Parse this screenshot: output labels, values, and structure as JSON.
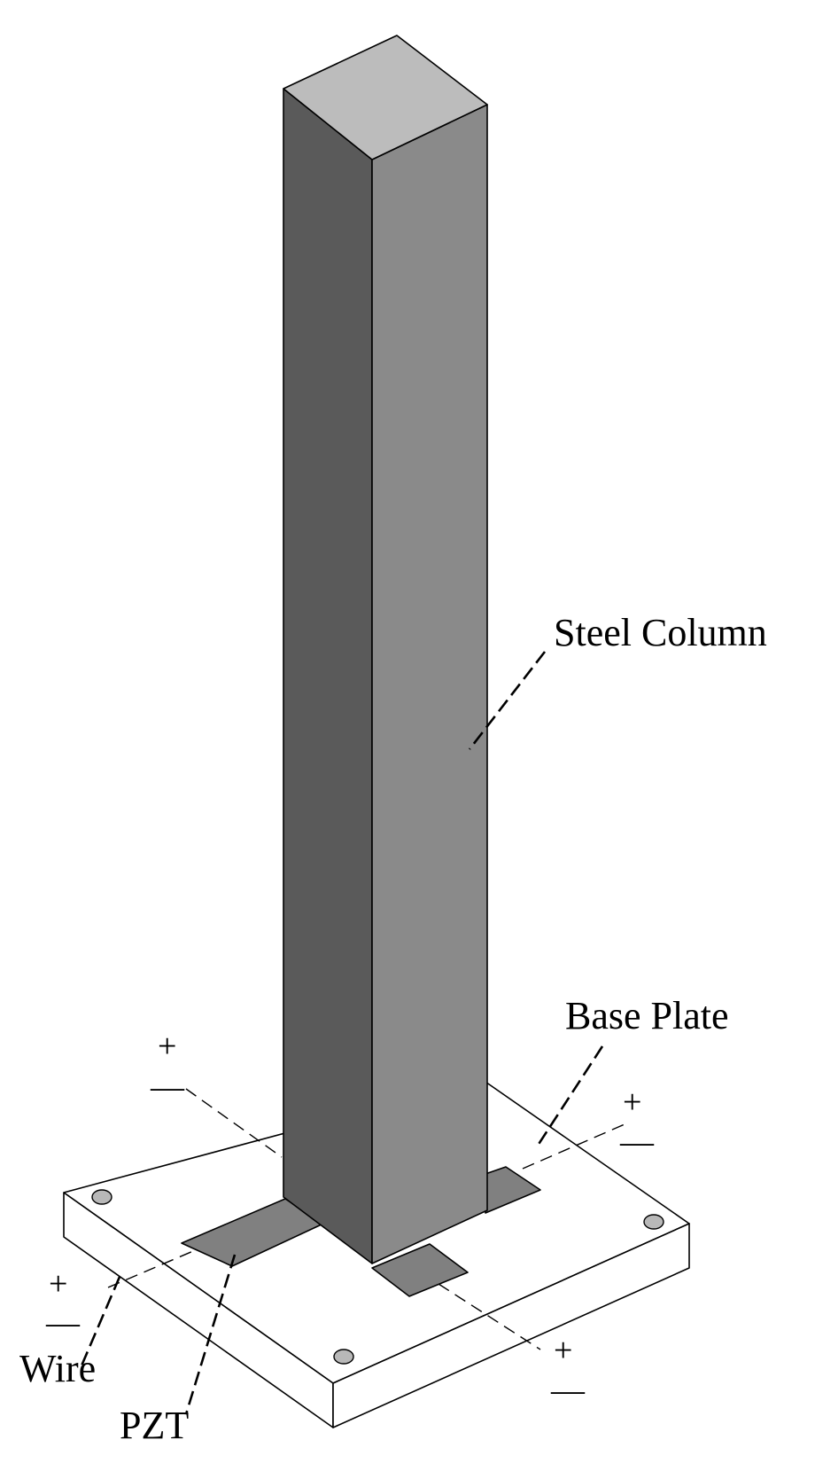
{
  "labels": {
    "steel_column": "Steel Column",
    "base_plate": "Base Plate",
    "wire": "Wire",
    "pzt": "PZT"
  },
  "terminals": {
    "positive": "+",
    "negative": "—"
  },
  "colors": {
    "background": "#ffffff",
    "column_top": "#bcbcbc",
    "column_left": "#5a5a5a",
    "column_right": "#8a8a8a",
    "plate": "#ffffff",
    "patch": "#808080",
    "bolt_hole": "#b8b8b8"
  }
}
